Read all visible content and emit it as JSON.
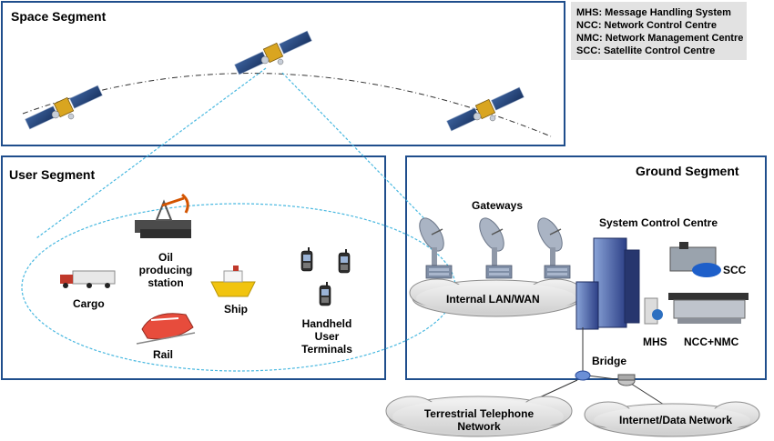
{
  "segments": {
    "space": "Space Segment",
    "user": "User Segment",
    "ground": "Ground Segment"
  },
  "legend": [
    "MHS: Message Handling System",
    "NCC: Network Control Centre",
    "NMC: Network Management Centre",
    "SCC: Satellite Control Centre"
  ],
  "user_items": {
    "cargo": "Cargo",
    "oil": "Oil producing station",
    "ship": "Ship",
    "rail": "Rail",
    "handheld": "Handheld User Terminals"
  },
  "ground_items": {
    "gateways": "Gateways",
    "scc_centre": "System Control Centre",
    "scc": "SCC",
    "mhs": "MHS",
    "ncc_nmc": "NCC+NMC",
    "lan": "Internal LAN/WAN",
    "bridge": "Bridge"
  },
  "networks": {
    "telephone": "Terrestrial Telephone Network",
    "internet": "Internet/Data Network"
  }
}
